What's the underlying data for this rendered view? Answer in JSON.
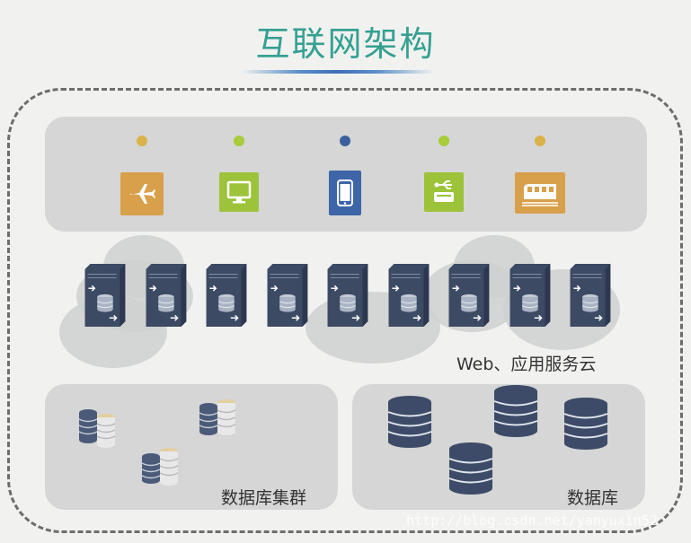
{
  "title": "互联网架构",
  "devices": [
    {
      "icon": "airplane-icon",
      "dot_color": "#d9b24a",
      "tile_color": "#d9a04c"
    },
    {
      "icon": "desktop-monitor-icon",
      "dot_color": "#a8cc3a",
      "tile_color": "#9cc33a"
    },
    {
      "icon": "mobile-phone-icon",
      "dot_color": "#3a5f9c",
      "tile_color": "#3d65a8"
    },
    {
      "icon": "usb-modem-icon",
      "dot_color": "#a8cc3a",
      "tile_color": "#9cc33a"
    },
    {
      "icon": "train-icon",
      "dot_color": "#d9b24a",
      "tile_color": "#d9a04c"
    }
  ],
  "server_count": 9,
  "labels": {
    "web_cloud": "Web、应用服务云",
    "db_cluster": "数据库集群",
    "database": "数据库"
  },
  "watermark": "http://blog.csdn.net/yanyuxin52",
  "colors": {
    "title": "#35a092",
    "server_body": "#3c4a64",
    "db_body": "#3d4b68"
  }
}
